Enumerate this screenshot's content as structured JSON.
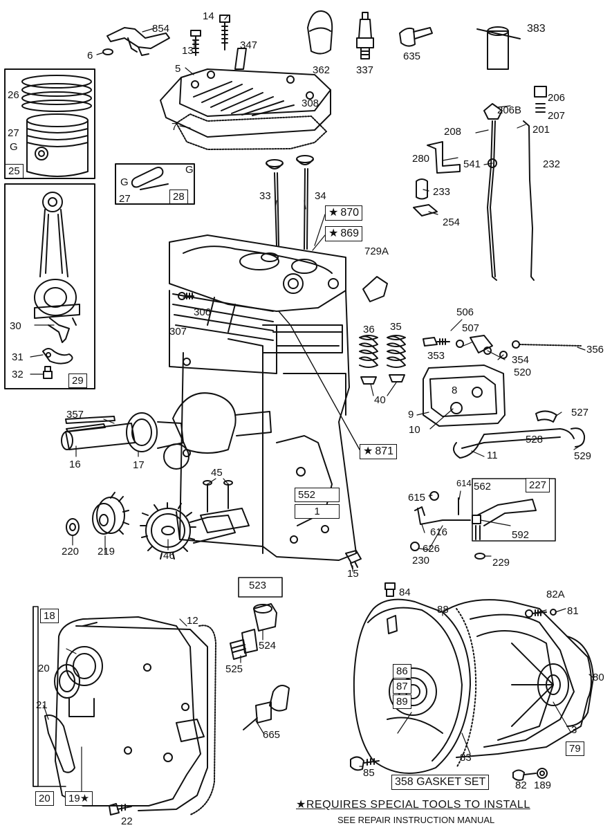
{
  "parts": {
    "p854": "854",
    "p6": "6",
    "p14": "14",
    "p13": "13",
    "p347": "347",
    "p5": "5",
    "p308": "308",
    "p7": "7",
    "p362": "362",
    "p337": "337",
    "p635": "635",
    "p383": "383",
    "p26": "26",
    "p27a": "27",
    "p27ag": "G",
    "p25": "25",
    "p27b": "27",
    "p28": "28",
    "p33": "33",
    "p34": "34",
    "p870": "870",
    "p869": "869",
    "p729a": "729A",
    "p206": "206",
    "p206b": "206B",
    "p207": "207",
    "p208": "208",
    "p201": "201",
    "p280": "280",
    "p541": "541",
    "p232": "232",
    "p233": "233",
    "p254": "254",
    "p30": "30",
    "p31": "31",
    "p32": "32",
    "p29": "29",
    "p306": "306",
    "p307": "307",
    "p36": "36",
    "p35": "35",
    "p40": "40",
    "p506": "506",
    "p507": "507",
    "p353": "353",
    "p354": "354",
    "p356": "356",
    "p520": "520",
    "p8": "8",
    "p9": "9",
    "p10": "10",
    "p11": "11",
    "p527": "527",
    "p528": "528",
    "p529": "529",
    "p357": "357",
    "p16": "16",
    "p17": "17",
    "p871": "871",
    "p45": "45",
    "p552": "552",
    "p1": "1",
    "p220": "220",
    "p219": "219",
    "p46": "46",
    "p15": "15",
    "p614": "614",
    "p615": "615",
    "p562": "562",
    "p227": "227",
    "p616": "616",
    "p592": "592",
    "p626": "626",
    "p230": "230",
    "p229": "229",
    "p523": "523",
    "p524": "524",
    "p525": "525",
    "p665": "665",
    "p84": "84",
    "p18": "18",
    "p12": "12",
    "p20a": "20",
    "p21": "21",
    "p20b": "20",
    "p19": "19",
    "p22": "22",
    "p88": "88",
    "p82a": "82A",
    "p81": "81",
    "p80": "80",
    "p86": "86",
    "p87": "87",
    "p89": "89",
    "p83": "83",
    "p3": "3",
    "p79": "79",
    "p85": "85",
    "p82": "82",
    "p189": "189"
  },
  "gasket_set": "358 GASKET SET",
  "note_special_tools": "REQUIRES SPECIAL TOOLS TO INSTALL",
  "note_repair_manual": "SEE REPAIR INSTRUCTION MANUAL"
}
